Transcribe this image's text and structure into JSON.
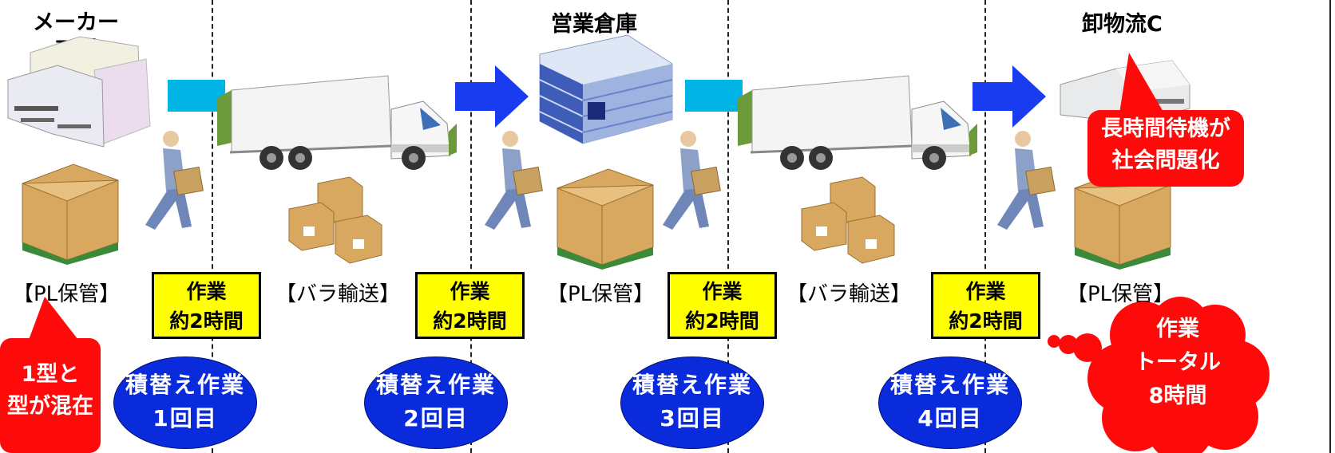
{
  "locations": {
    "maker": "メーカー\n工場",
    "sales_warehouse": "営業倉庫",
    "wholesale": "卸物流C"
  },
  "storage_labels": {
    "pl_1": "【PL保管】",
    "bara_1": "【バラ輸送】",
    "pl_2": "【PL保管】",
    "bara_2": "【バラ輸送】",
    "pl_3": "【PL保管】"
  },
  "work_boxes": [
    {
      "line1": "作業",
      "line2": "約2時間"
    },
    {
      "line1": "作業",
      "line2": "約2時間"
    },
    {
      "line1": "作業",
      "line2": "約2時間"
    },
    {
      "line1": "作業",
      "line2": "約2時間"
    }
  ],
  "transship": [
    {
      "line1": "積替え作業",
      "line2": "1回目"
    },
    {
      "line1": "積替え作業",
      "line2": "2回目"
    },
    {
      "line1": "積替え作業",
      "line2": "3回目"
    },
    {
      "line1": "積替え作業",
      "line2": "4回目"
    }
  ],
  "callouts": {
    "mixed_line1": "1型と",
    "mixed_line2": "型が混在",
    "waiting_line1": "長時間待機が",
    "waiting_line2": "社会問題化",
    "total_line1": "作業",
    "total_line2": "トータル",
    "total_line3": "8時間"
  },
  "colors": {
    "ellipse_blue": "#0a2bdc",
    "work_yellow": "#ffff00",
    "callout_red": "#ff0a0a",
    "arrow_blue": "#1a3cf0",
    "rect_cyan": "#00b4e6"
  },
  "icons": [
    "factory-icon",
    "warehouse-icon",
    "truck-icon",
    "worker-icon",
    "pallet-boxes-icon",
    "loose-boxes-icon",
    "arrow-right-icon"
  ]
}
